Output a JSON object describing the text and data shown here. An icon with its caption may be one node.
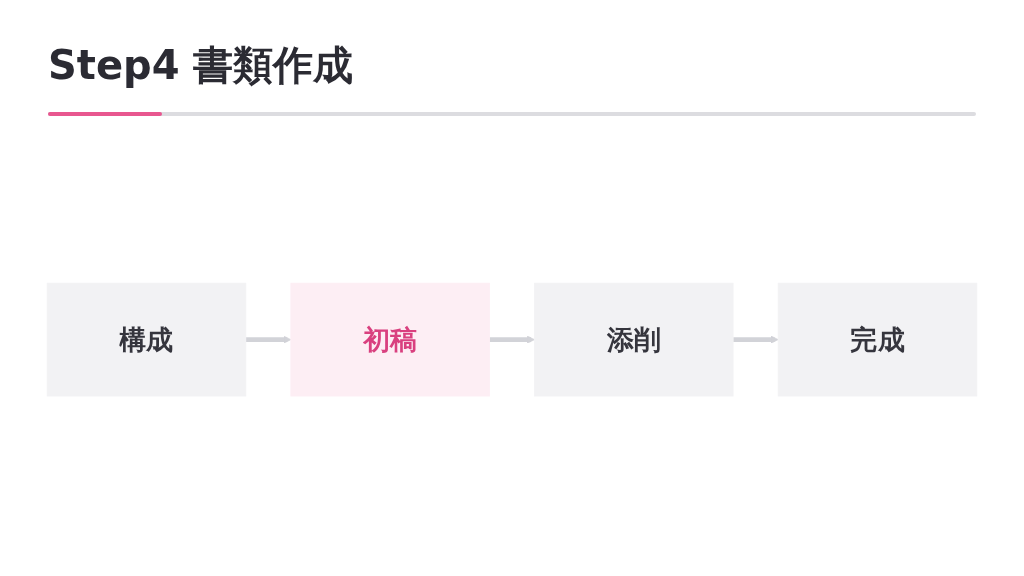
{
  "diagram": {
    "title": "Step4 書類作成",
    "nodes": [
      {
        "text": [
          "構成"
        ]
      },
      {
        "text": [
          "初稿"
        ]
      },
      {
        "text": [
          "添削"
        ]
      },
      {
        "text": [
          "完成"
        ]
      }
    ],
    "edges": [
      {
        "from": 0,
        "to": 1,
        "arrow": "to"
      },
      {
        "from": 1,
        "to": 2,
        "arrow": "to"
      },
      {
        "from": 2,
        "to": 3,
        "arrow": "to"
      }
    ]
  }
}
